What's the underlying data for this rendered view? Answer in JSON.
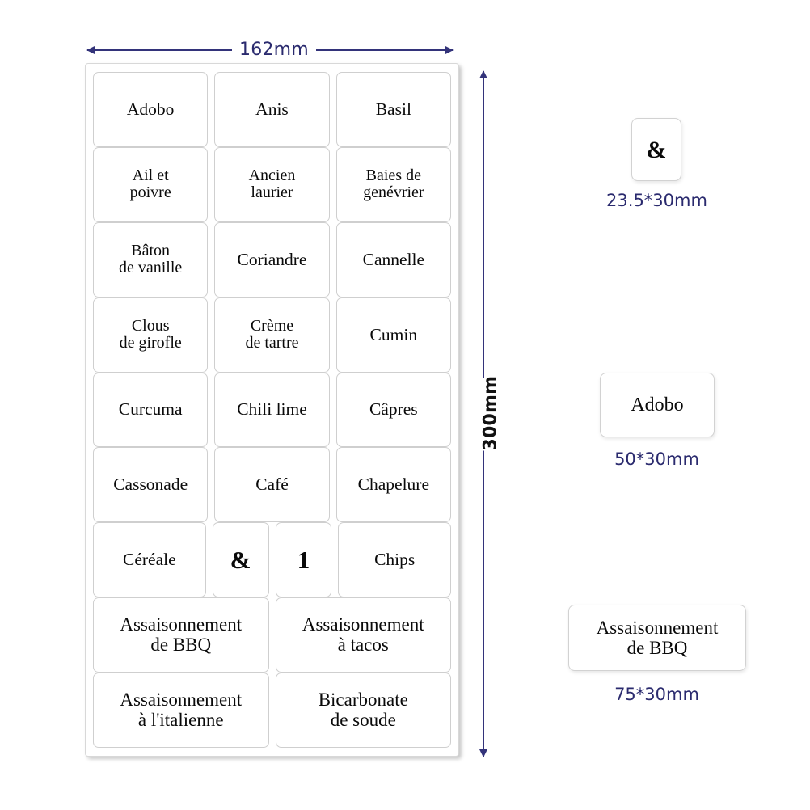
{
  "sheet": {
    "width_label": "162mm",
    "height_label": "300mm",
    "rows": [
      [
        {
          "text": "Adobo",
          "size": "w50"
        },
        {
          "text": "Anis",
          "size": "w50"
        },
        {
          "text": "Basil",
          "size": "w50"
        }
      ],
      [
        {
          "text": "Ail  et\npoivre",
          "size": "w50"
        },
        {
          "text": "Ancien\nlaurier",
          "size": "w50"
        },
        {
          "text": "Baies de\ngenévrier",
          "size": "w50"
        }
      ],
      [
        {
          "text": "Bâton\nde vanille",
          "size": "w50"
        },
        {
          "text": "Coriandre",
          "size": "w50"
        },
        {
          "text": "Cannelle",
          "size": "w50"
        }
      ],
      [
        {
          "text": "Clous\nde girofle",
          "size": "w50"
        },
        {
          "text": "Crème\nde tartre",
          "size": "w50"
        },
        {
          "text": "Cumin",
          "size": "w50"
        }
      ],
      [
        {
          "text": "Curcuma",
          "size": "w50"
        },
        {
          "text": "Chili lime",
          "size": "w50"
        },
        {
          "text": "Câpres",
          "size": "w50"
        }
      ],
      [
        {
          "text": "Cassonade",
          "size": "w50"
        },
        {
          "text": "Café",
          "size": "w50"
        },
        {
          "text": "Chapelure",
          "size": "w50"
        }
      ],
      [
        {
          "text": "Céréale",
          "size": "w50"
        },
        {
          "text": "&",
          "size": "w235"
        },
        {
          "text": "1",
          "size": "w235"
        },
        {
          "text": "Chips",
          "size": "w50"
        }
      ],
      [
        {
          "text": "Assaisonnement\nde BBQ",
          "size": "w75"
        },
        {
          "text": "Assaisonnement\nà tacos",
          "size": "w75"
        }
      ],
      [
        {
          "text": "Assaisonnement\nà l'italienne",
          "size": "w75"
        },
        {
          "text": "Bicarbonate\nde soude",
          "size": "w75"
        }
      ]
    ]
  },
  "samples": [
    {
      "text": "&",
      "caption": "23.5*30mm"
    },
    {
      "text": "Adobo",
      "caption": "50*30mm"
    },
    {
      "text": "Assaisonnement\nde BBQ",
      "caption": "75*30mm"
    }
  ],
  "colors": {
    "dimension_blue": "#2a2a6e",
    "arrow_blue": "#33337a",
    "label_text": "#0a0a0a",
    "label_border": "#cfcfcf",
    "background": "#ffffff"
  }
}
